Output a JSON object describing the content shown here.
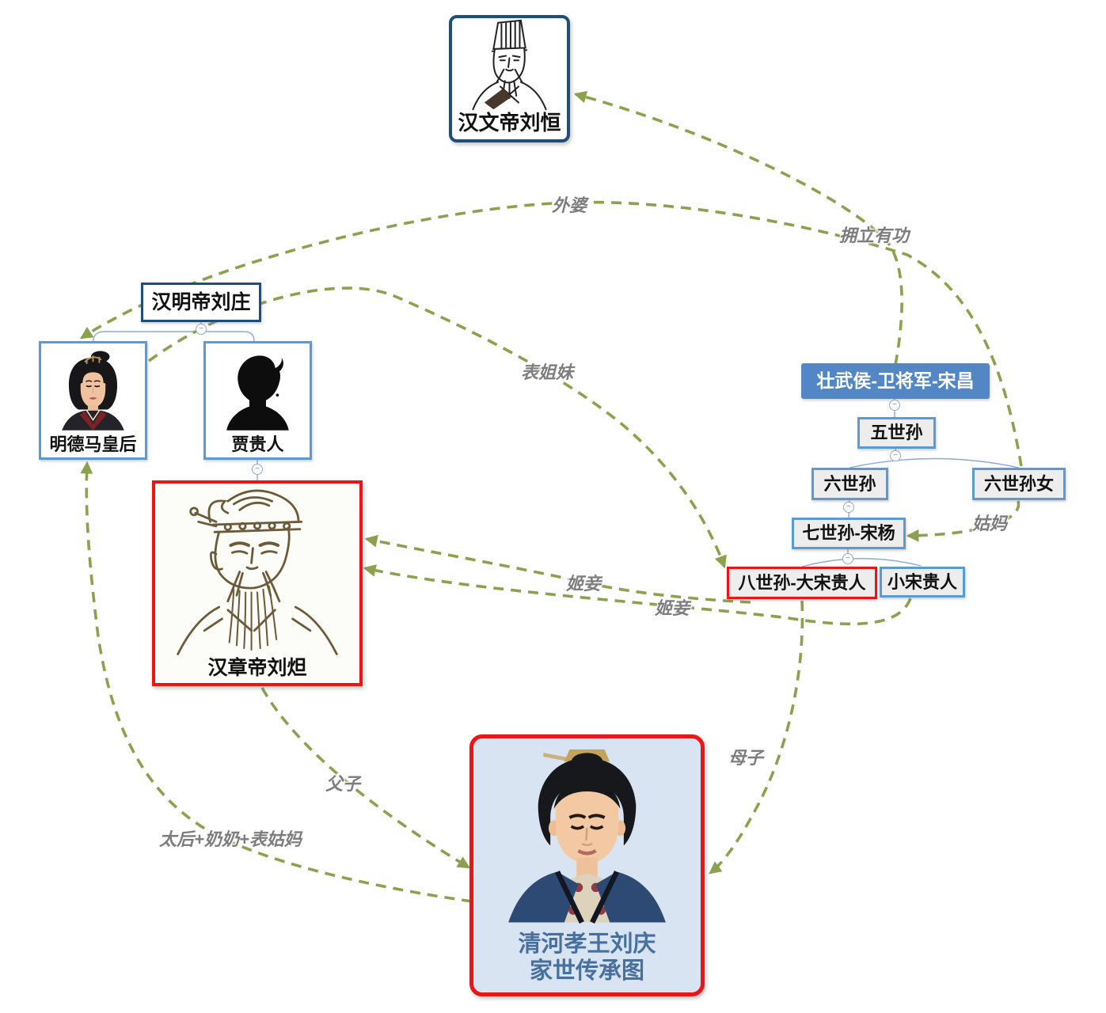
{
  "minus_glyph": "−",
  "nodes": {
    "han_wendi": {
      "label": "汉文帝刘恒"
    },
    "han_mingdi": {
      "label": "汉明帝刘庄"
    },
    "ma_empress": {
      "label": "明德马皇后"
    },
    "jia_guiren": {
      "label": "贾贵人"
    },
    "han_zhangdi": {
      "label": "汉章帝刘炟"
    },
    "song_chang": {
      "label": "壮武侯-卫将军-宋昌"
    },
    "gen5": {
      "label": "五世孙"
    },
    "gen6": {
      "label": "六世孙"
    },
    "gen6_daughter": {
      "label": "六世孙女"
    },
    "gen7_song_yang": {
      "label": "七世孙-宋杨"
    },
    "gen8_da_song": {
      "label": "八世孙-大宋贵人"
    },
    "xiao_song": {
      "label": "小宋贵人"
    },
    "liu_qing": {
      "label_line1": "清河孝王刘庆",
      "label_line2": "家世传承图"
    }
  },
  "portraits": {
    "han_wendi": "ink line drawing of emperor with tall court hat",
    "ma_empress": "painted portrait of empress with black updo and dark red robe",
    "jia_guiren": "black silhouette of a palace lady",
    "han_zhangdi": "sepia line drawing of bearded emperor with ornate crown",
    "liu_qing": "color cartoon of young prince in blue robe with topknot crown"
  },
  "edges": [
    {
      "id": "yongli",
      "label": "拥立有功",
      "from": "song_chang",
      "to": "han_wendi"
    },
    {
      "id": "waipo",
      "label": "外婆",
      "from": "gen6_daughter",
      "to": "ma_empress"
    },
    {
      "id": "biaojiemei",
      "label": "表姐妹",
      "from": "ma_empress",
      "to": "gen8_da_song"
    },
    {
      "id": "guma",
      "label": "姑妈",
      "from": "gen6_daughter",
      "to": "gen7_song_yang"
    },
    {
      "id": "jiqie_1",
      "label": "姬妾",
      "from": "gen8_da_song",
      "to": "han_zhangdi"
    },
    {
      "id": "jiqie_2",
      "label": "姬妾",
      "from": "xiao_song",
      "to": "han_zhangdi"
    },
    {
      "id": "muzi",
      "label": "母子",
      "from": "gen8_da_song",
      "to": "liu_qing"
    },
    {
      "id": "fuzi",
      "label": "父子",
      "from": "han_zhangdi",
      "to": "liu_qing"
    },
    {
      "id": "taihou",
      "label": "太后+奶奶+表姑妈",
      "from": "liu_qing",
      "to": "ma_empress"
    }
  ],
  "tree_edges": [
    {
      "from": "han_mingdi",
      "to": "ma_empress"
    },
    {
      "from": "han_mingdi",
      "to": "jia_guiren"
    },
    {
      "from": "jia_guiren",
      "to": "han_zhangdi"
    },
    {
      "from": "song_chang",
      "to": "gen5"
    },
    {
      "from": "gen5",
      "to": "gen6"
    },
    {
      "from": "gen5",
      "to": "gen6_daughter"
    },
    {
      "from": "gen6",
      "to": "gen7_song_yang"
    },
    {
      "from": "gen7_song_yang",
      "to": "gen8_da_song"
    },
    {
      "from": "gen7_song_yang",
      "to": "xiao_song"
    }
  ],
  "colors": {
    "edge_green": "#8aa24e",
    "label_gray": "#7d7d7d",
    "navy_border": "#1f4e79",
    "blue_border": "#5b9bd5",
    "blue_fill": "#5286c5",
    "red_border": "#ee1414",
    "tree_line": "#8aabd6",
    "box_bg": "#ededed",
    "liuqing_bg": "#d9e4f2",
    "liuqing_text": "#47709e"
  }
}
